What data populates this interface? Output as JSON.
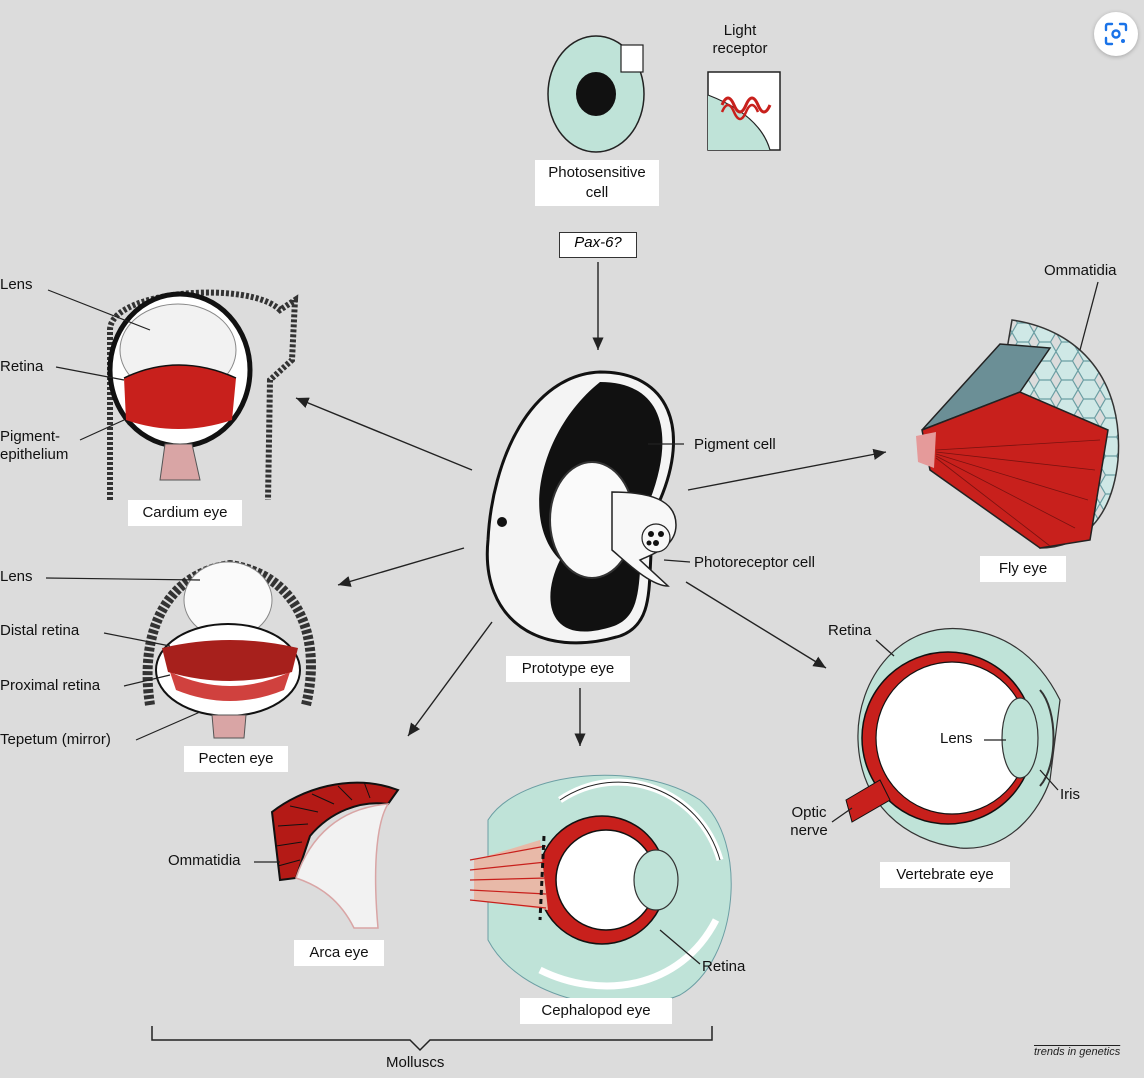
{
  "lens_button": {
    "icon": "visual-search-icon"
  },
  "top": {
    "photosensitive_cell": "Photosensitive cell",
    "light_receptor": "Light receptor",
    "pax6": "Pax-6?"
  },
  "prototype": {
    "title": "Prototype eye",
    "pigment_cell": "Pigment cell",
    "photoreceptor_cell": "Photoreceptor cell"
  },
  "cardium": {
    "title": "Cardium eye",
    "lens": "Lens",
    "retina": "Retina",
    "pigment_epithelium": "Pigment-epithelium"
  },
  "pecten": {
    "title": "Pecten eye",
    "lens": "Lens",
    "distal_retina": "Distal retina",
    "proximal_retina": "Proximal retina",
    "tapetum": "Tepetum (mirror)"
  },
  "arca": {
    "title": "Arca eye",
    "ommatidia": "Ommatidia"
  },
  "cephalopod": {
    "title": "Cephalopod eye",
    "retina": "Retina"
  },
  "fly": {
    "title": "Fly eye",
    "ommatidia": "Ommatidia"
  },
  "vertebrate": {
    "title": "Vertebrate eye",
    "retina": "Retina",
    "lens": "Lens",
    "iris": "Iris",
    "optic_nerve": "Optic nerve"
  },
  "molluscs": "Molluscs",
  "credit": "trends in genetics",
  "colors": {
    "teal": "#bfe3d8",
    "red": "#c8201c",
    "dark": "#111111",
    "bg": "#dcdcdc"
  }
}
